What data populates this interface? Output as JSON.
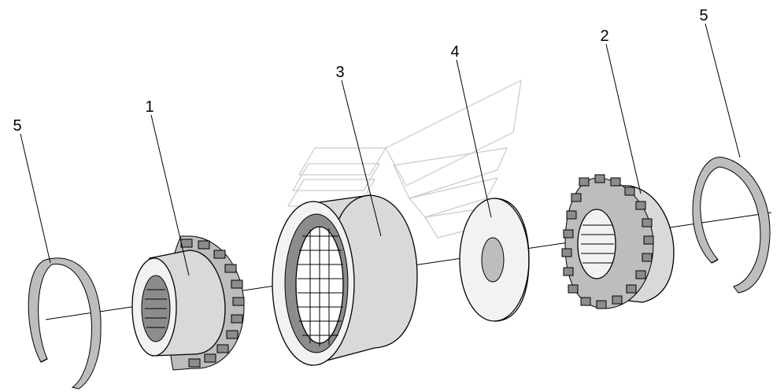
{
  "callouts": [
    {
      "id": "left-snap-ring",
      "label": "5"
    },
    {
      "id": "left-gear",
      "label": "1"
    },
    {
      "id": "sleeve",
      "label": "3"
    },
    {
      "id": "washer",
      "label": "4"
    },
    {
      "id": "right-gear",
      "label": "2"
    },
    {
      "id": "right-snap-ring",
      "label": "5"
    }
  ],
  "colors": {
    "line": "#000000",
    "light_fill": "#d9d9d9",
    "mid_fill": "#bdbdbd",
    "dark_fill": "#8c8c8c",
    "watermark": "#c9c9c9"
  }
}
